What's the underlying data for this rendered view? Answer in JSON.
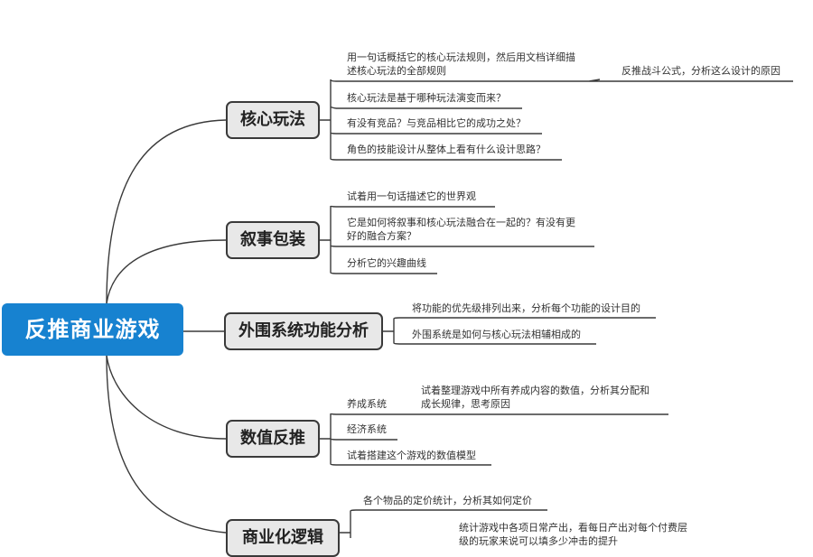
{
  "root": {
    "label": "反推商业游戏"
  },
  "topics": [
    {
      "label": "核心玩法",
      "items": [
        {
          "text": "用一句话概括它的核心玩法规则，然后用文档详细描",
          "text2": "述核心玩法的全部规则",
          "child": "反推战斗公式，分析这么设计的原因"
        },
        {
          "text": "核心玩法是基于哪种玩法演变而来？"
        },
        {
          "text": "有没有竞品？与竞品相比它的成功之处？"
        },
        {
          "text": "角色的技能设计从整体上看有什么设计思路？"
        }
      ]
    },
    {
      "label": "叙事包装",
      "items": [
        {
          "text": "试着用一句话描述它的世界观"
        },
        {
          "text": "它是如何将叙事和核心玩法融合在一起的？有没有更",
          "text2": "好的融合方案？"
        },
        {
          "text": "分析它的兴趣曲线"
        }
      ]
    },
    {
      "label": "外围系统功能分析",
      "items": [
        {
          "text": "将功能的优先级排列出来，分析每个功能的设计目的"
        },
        {
          "text": "外围系统是如何与核心玩法相辅相成的"
        }
      ]
    },
    {
      "label": "数值反推",
      "items": [
        {
          "text": "养成系统",
          "child": "试着整理游戏中所有养成内容的数值，分析其分配和",
          "child2": "成长规律，思考原因"
        },
        {
          "text": "经济系统"
        },
        {
          "text": "试着搭建这个游戏的数值模型"
        }
      ]
    },
    {
      "label": "商业化逻辑",
      "items": [
        {
          "text": "各个物品的定价统计，分析其如何定价"
        },
        {
          "text": "",
          "child": "统计游戏中各项日常产出，看每日产出对每个付费层",
          "child2": "级的玩家来说可以填多少冲击的提升"
        }
      ]
    }
  ],
  "colors": {
    "root_fill": "#1782d0",
    "topic_fill": "#e8e8e8",
    "topic_border": "#3a3a3a",
    "line": "#3a3a3a"
  }
}
